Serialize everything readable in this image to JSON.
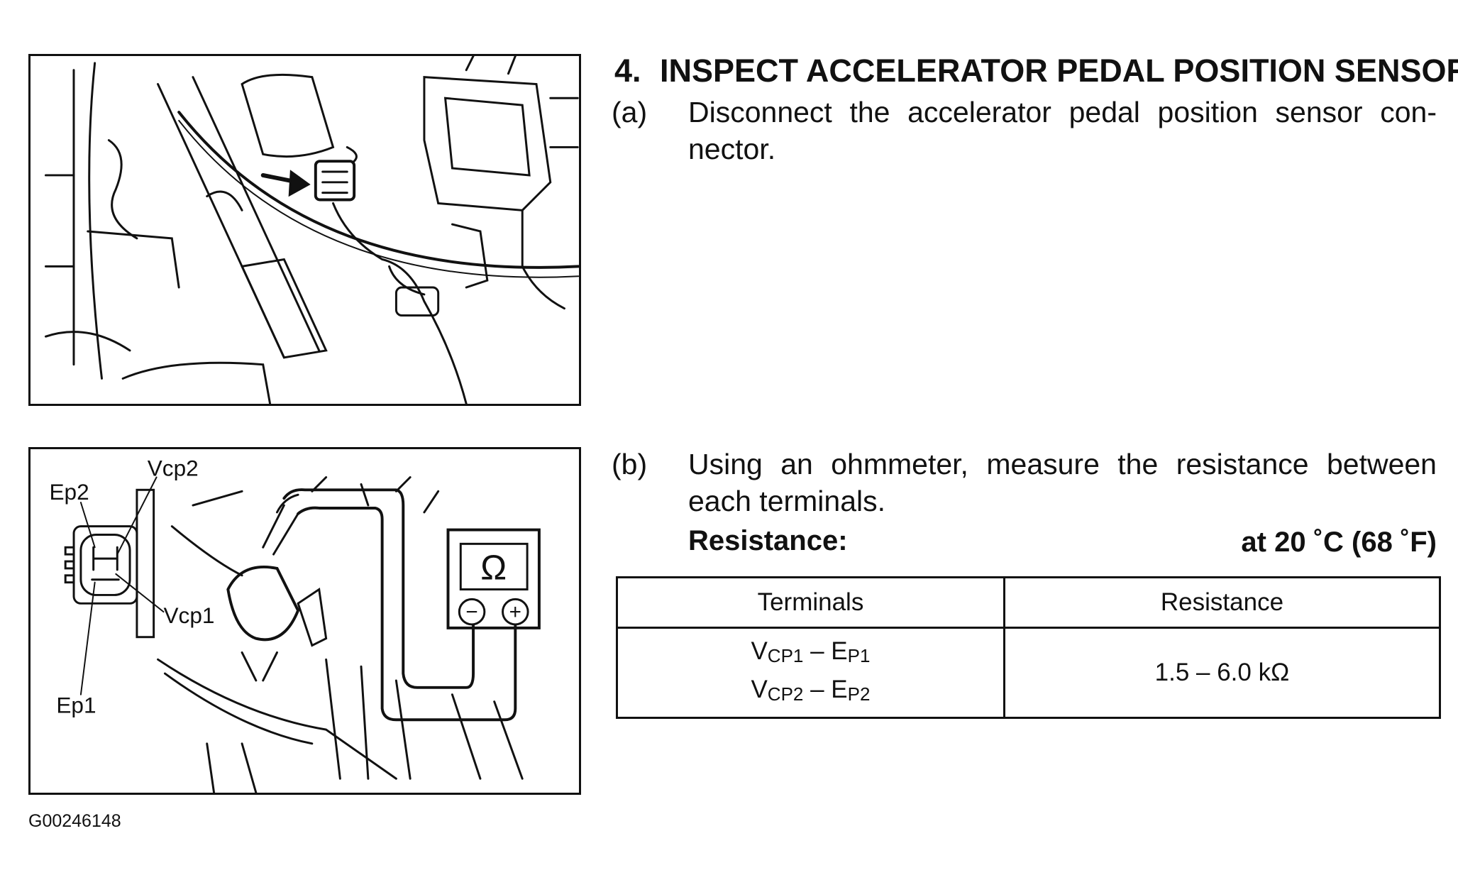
{
  "figure1": {
    "alt": "Accelerator pedal position sensor connector location"
  },
  "figure2": {
    "labels": {
      "ep2": "Ep2",
      "vcp2": "Vcp2",
      "vcp1": "Vcp1",
      "ep1": "Ep1"
    },
    "meter_symbol": "Ω",
    "minus_symbol": "−",
    "plus_symbol": "+"
  },
  "figure_id": "G00246148",
  "step": {
    "number": "4.",
    "title": "INSPECT ACCELERATOR PEDAL POSITION SENSOR"
  },
  "substeps": [
    {
      "label": "(a)",
      "text": "Disconnect the accelerator pedal position sensor con-nector."
    },
    {
      "label": "(b)",
      "text": "Using an ohmmeter, measure the resistance between each terminals."
    }
  ],
  "spec": {
    "label": "Resistance:",
    "condition": "at 20 ˚C (68 ˚F)"
  },
  "table": {
    "headers": [
      "Terminals",
      "Resistance"
    ],
    "rows": [
      {
        "terminals": [
          {
            "a": "V",
            "a_sub": "CP1",
            "sep": " – ",
            "b": "E",
            "b_sub": "P1"
          },
          {
            "a": "V",
            "a_sub": "CP2",
            "sep": " – ",
            "b": "E",
            "b_sub": "P2"
          }
        ],
        "resistance": "1.5 – 6.0 kΩ"
      }
    ]
  }
}
